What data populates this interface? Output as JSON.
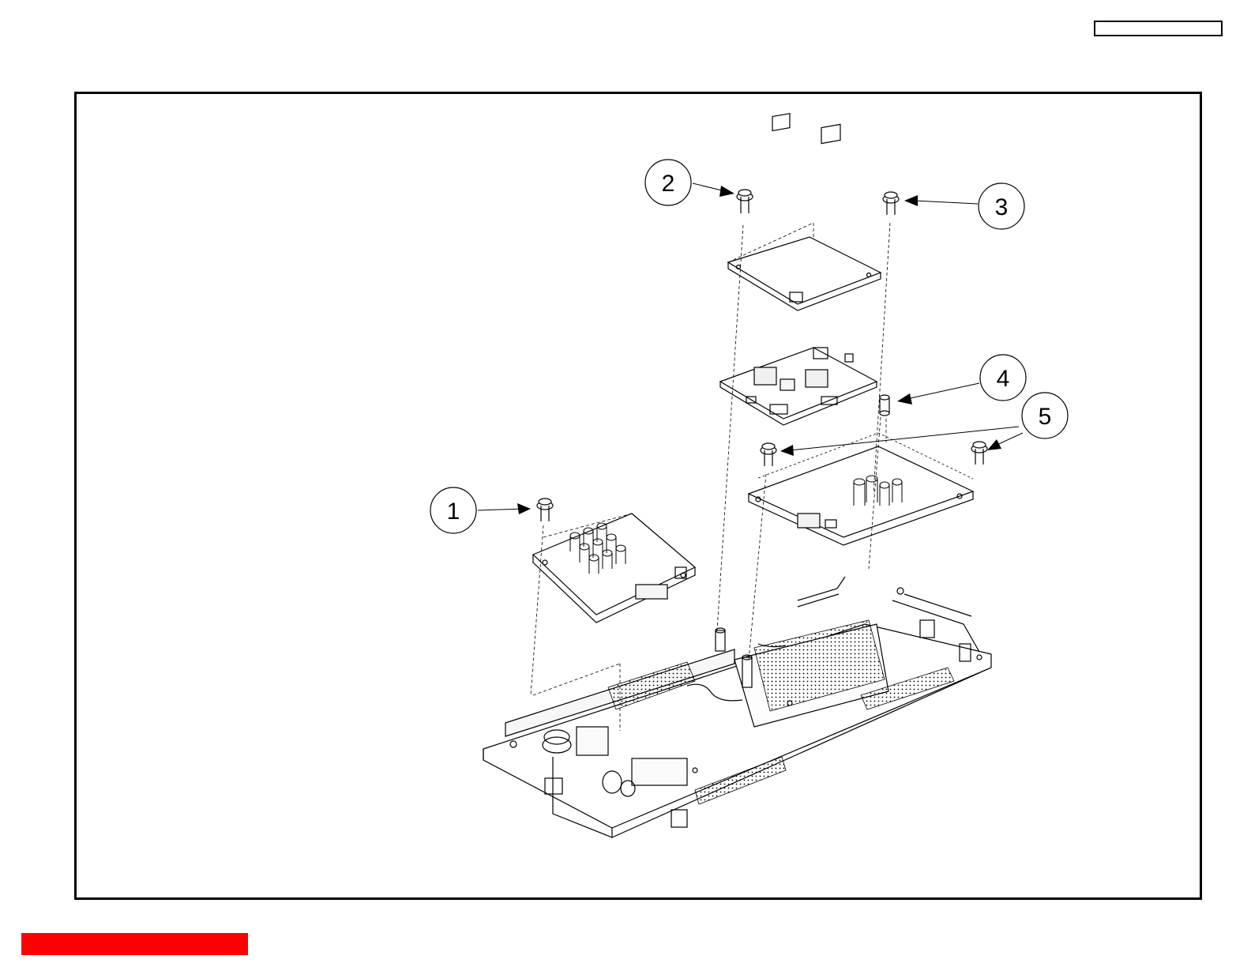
{
  "header": {
    "page_id": ""
  },
  "diagram": {
    "callouts": [
      {
        "number": "1",
        "part": "screw"
      },
      {
        "number": "2",
        "part": "screw"
      },
      {
        "number": "3",
        "part": "screw"
      },
      {
        "number": "4",
        "part": "standoff"
      },
      {
        "number": "5",
        "part": "screw"
      }
    ]
  },
  "footer": {
    "nav_label": ""
  },
  "colors": {
    "nav_bar": "#ff0000",
    "line": "#000000"
  }
}
